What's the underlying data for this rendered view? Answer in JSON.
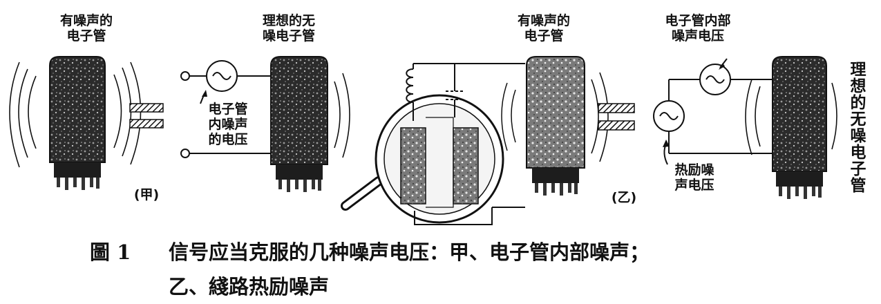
{
  "panel_a": {
    "noisy_tube": [
      "有噪声的",
      "电子管"
    ],
    "ideal_tube": [
      "理想的无",
      "噪电子管"
    ],
    "internal_noise": [
      "电子管",
      "内噪声",
      "的电压"
    ],
    "panel_label": "(甲)"
  },
  "panel_b": {
    "noisy_tube": [
      "有噪声的",
      "电子管"
    ],
    "internal_noise": [
      "电子管内部",
      "噪声电压"
    ],
    "ideal_tube": "理想的无噪电子管",
    "thermal_noise": [
      "热励噪",
      "声电压"
    ],
    "panel_label": "(乙)"
  },
  "caption": {
    "figure_no": "圖 1",
    "line1": "信号应当克服的几种噪声电压：甲、电子管内部噪声；",
    "line2": "乙、綫路热励噪声"
  }
}
